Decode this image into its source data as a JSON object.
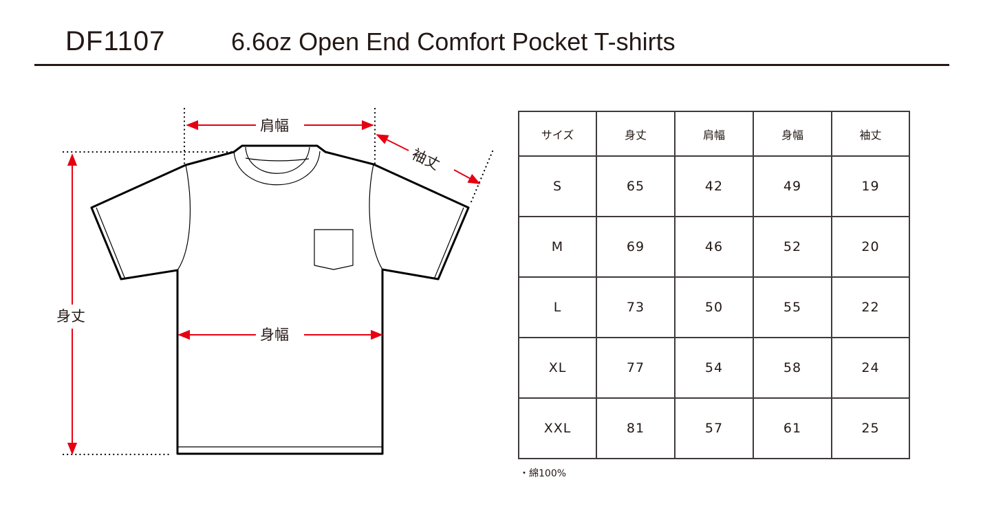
{
  "header": {
    "product_code": "DF1107",
    "product_title": "6.6oz Open End Comfort Pocket T-shirts"
  },
  "diagram": {
    "labels": {
      "shoulder_width": "肩幅",
      "sleeve_length": "袖丈",
      "body_length": "身丈",
      "body_width": "身幅"
    },
    "arrow_color": "#e60012",
    "line_color": "#000000",
    "icons": [
      "tshirt-outline",
      "pocket-outline",
      "measurement-arrows"
    ]
  },
  "size_table": {
    "headers": [
      "サイズ",
      "身丈",
      "肩幅",
      "身幅",
      "袖丈"
    ],
    "rows": [
      {
        "size": "S",
        "body_length": "65",
        "shoulder_width": "42",
        "body_width": "49",
        "sleeve_length": "19"
      },
      {
        "size": "M",
        "body_length": "69",
        "shoulder_width": "46",
        "body_width": "52",
        "sleeve_length": "20"
      },
      {
        "size": "L",
        "body_length": "73",
        "shoulder_width": "50",
        "body_width": "55",
        "sleeve_length": "22"
      },
      {
        "size": "XL",
        "body_length": "77",
        "shoulder_width": "54",
        "body_width": "58",
        "sleeve_length": "24"
      },
      {
        "size": "XXL",
        "body_length": "81",
        "shoulder_width": "57",
        "body_width": "61",
        "sleeve_length": "25"
      }
    ],
    "border_color": "#3e3a39"
  },
  "note": "・綿100%"
}
